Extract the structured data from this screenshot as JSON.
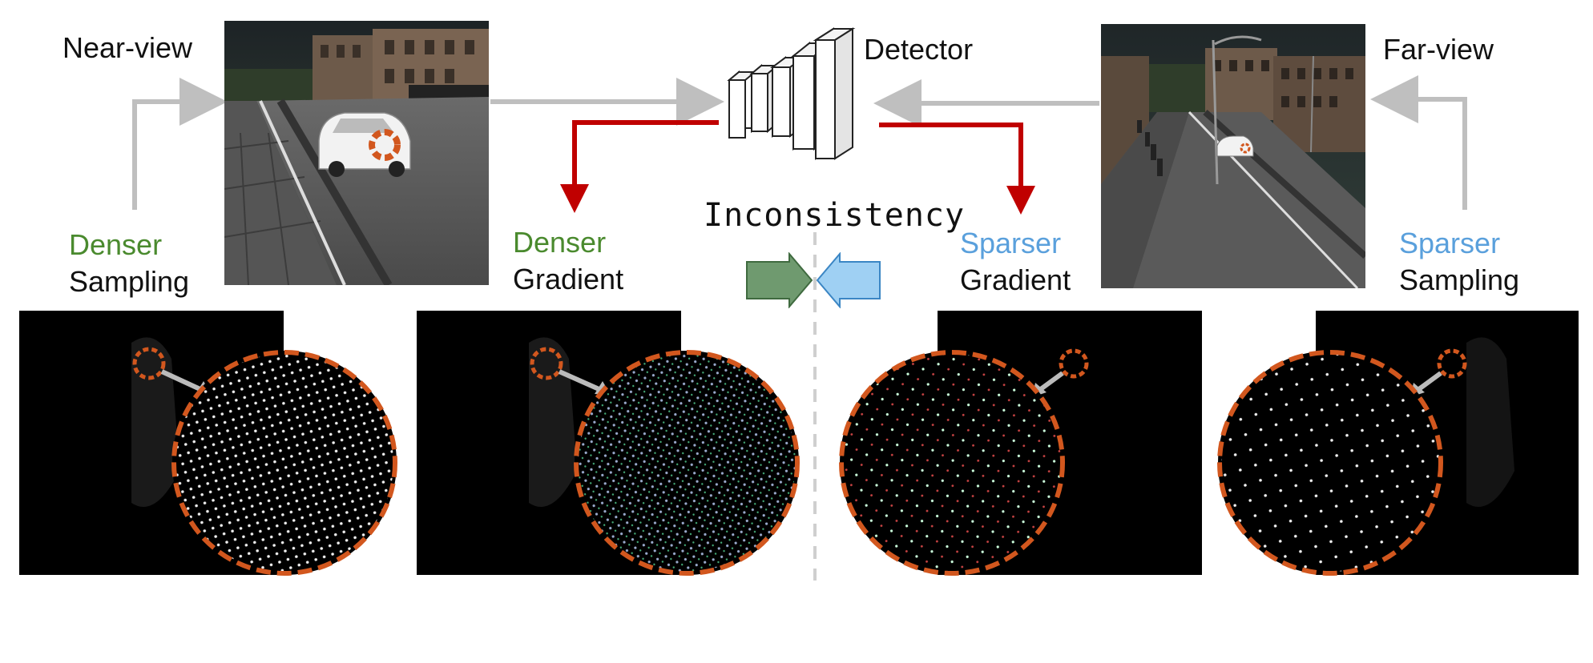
{
  "labels": {
    "near_view": "Near-view",
    "far_view": "Far-view",
    "detector": "Detector",
    "inconsistency": "Inconsistency",
    "denser_sampling_1": "Denser",
    "denser_sampling_2": "Sampling",
    "denser_gradient_1": "Denser",
    "denser_gradient_2": "Gradient",
    "sparser_gradient_1": "Sparser",
    "sparser_gradient_2": "Gradient",
    "sparser_sampling_1": "Sparser",
    "sparser_sampling_2": "Sampling"
  },
  "colors": {
    "denser": "#4a8a2e",
    "sparser": "#5aa0dc",
    "red_arrow": "#c00000",
    "grey_arrow": "#bfbfbf",
    "dashed_circle": "#c8541e",
    "green_block": "#6f9a6f",
    "blue_block": "#9fd0f3"
  },
  "icons": {
    "detector": "stacked-layers-icon",
    "inconsistency": "opposing-arrows-icon"
  }
}
